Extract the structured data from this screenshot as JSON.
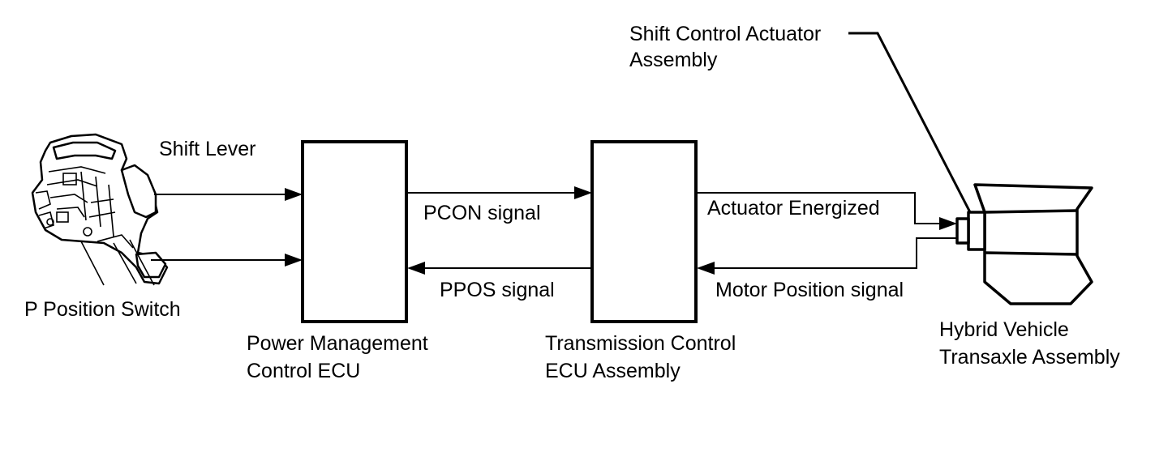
{
  "labels": {
    "shift_lever": "Shift Lever",
    "p_position_switch": "P Position Switch",
    "power_management_line1": "Power Management",
    "power_management_line2": "Control ECU",
    "transmission_control_line1": "Transmission Control",
    "transmission_control_line2": "ECU Assembly",
    "shift_actuator_line1": "Shift Control Actuator",
    "shift_actuator_line2": "Assembly",
    "hybrid_transaxle_line1": "Hybrid Vehicle",
    "hybrid_transaxle_line2": "Transaxle Assembly"
  },
  "signals": {
    "pcon": "PCON signal",
    "ppos": "PPOS signal",
    "actuator_energized": "Actuator Energized",
    "motor_position": "Motor Position signal"
  },
  "icons": [
    "shift-lever-assembly-icon",
    "transaxle-assembly-icon",
    "arrowhead-icon"
  ],
  "colors": {
    "line": "#000000",
    "background": "#ffffff"
  }
}
